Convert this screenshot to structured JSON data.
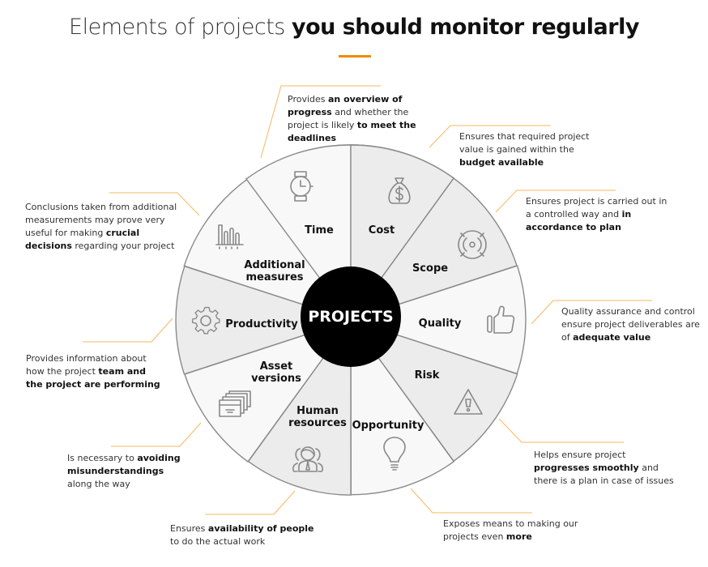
{
  "title": {
    "light": "Elements of projects",
    "bold": "you should monitor regularly"
  },
  "colors": {
    "accent": "#f08a00",
    "connector": "#f6b760",
    "segment_light": "#f8f8f8",
    "segment_dark": "#ececec",
    "divider": "#8a8a8a",
    "center": "#000000",
    "icon": "#888888"
  },
  "center": {
    "label": "PROJECTS"
  },
  "segments": [
    {
      "label": "Time",
      "icon": "watch-icon"
    },
    {
      "label": "Cost",
      "icon": "money-bag-icon"
    },
    {
      "label": "Scope",
      "icon": "target-icon"
    },
    {
      "label": "Quality",
      "icon": "thumbs-up-icon"
    },
    {
      "label": "Risk",
      "icon": "warning-icon"
    },
    {
      "label": "Opportunity",
      "icon": "lightbulb-icon"
    },
    {
      "label_line1": "Human",
      "label_line2": "resources",
      "icon": "people-icon"
    },
    {
      "label_line1": "Asset",
      "label_line2": "versions",
      "icon": "stacked-cards-icon"
    },
    {
      "label": "Productivity",
      "icon": "gear-icon"
    },
    {
      "label_line1": "Additional",
      "label_line2": "measures",
      "icon": "bar-chart-icon"
    }
  ],
  "descriptions": {
    "time": {
      "t1": "Provides ",
      "b1": "an overview of progress",
      "t2": " and whether the project is likely ",
      "b2": "to meet the deadlines"
    },
    "cost": {
      "t1": "Ensures that required project value is gained within the ",
      "b1": "budget available"
    },
    "scope": {
      "t1": "Ensures project is carried out in a controlled way and ",
      "b1": "in accordance to plan"
    },
    "quality": {
      "t1": "Quality assurance and control ensure project deliverables are of ",
      "b1": "adequate value"
    },
    "risk": {
      "t1": "Helps ensure project ",
      "b1": "progresses smoothly",
      "t2": " and there is a plan in case of issues"
    },
    "opportunity": {
      "t1": "Exposes means to making our projects even ",
      "b1": "more"
    },
    "human_resources": {
      "t1": "Ensures ",
      "b1": "availability of people",
      "t2": " to do the actual work"
    },
    "asset_versions": {
      "t1": "Is necessary to ",
      "b1": "avoiding misunderstandings",
      "t2": " along the way"
    },
    "productivity": {
      "t1": "Provides information about how the project ",
      "b1": "team and the project are performing"
    },
    "additional_measures": {
      "t1": "Conclusions taken from additional measurements may prove very useful for making ",
      "b1": "crucial decisions",
      "t2": " regarding your project"
    }
  }
}
